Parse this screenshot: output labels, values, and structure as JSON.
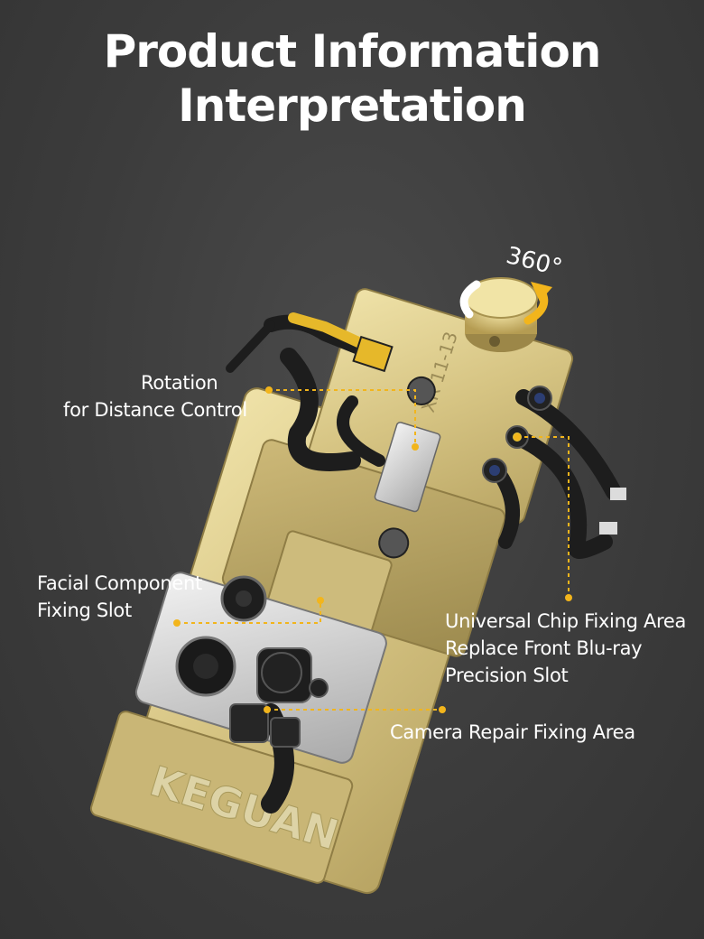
{
  "title": {
    "line1": "Product Information",
    "line2": "Interpretation"
  },
  "rotation_badge": "360°",
  "callouts": {
    "rotation_line1": "Rotation",
    "rotation_line2": "for Distance Control",
    "facial_line1": "Facial Component",
    "facial_line2": "Fixing Slot",
    "universal_line1": "Universal Chip Fixing Area",
    "universal_line2": "Replace Front Blu-ray",
    "universal_line3": "Precision Slot",
    "camera": "Camera Repair Fixing Area"
  },
  "product_markings": {
    "model_text": "XR 11-13",
    "brand": "KEGUAN"
  },
  "colors": {
    "background": "#3c3c3c",
    "accent": "#f2b51c",
    "body_gold": "#d9c98a",
    "text": "#ffffff"
  }
}
